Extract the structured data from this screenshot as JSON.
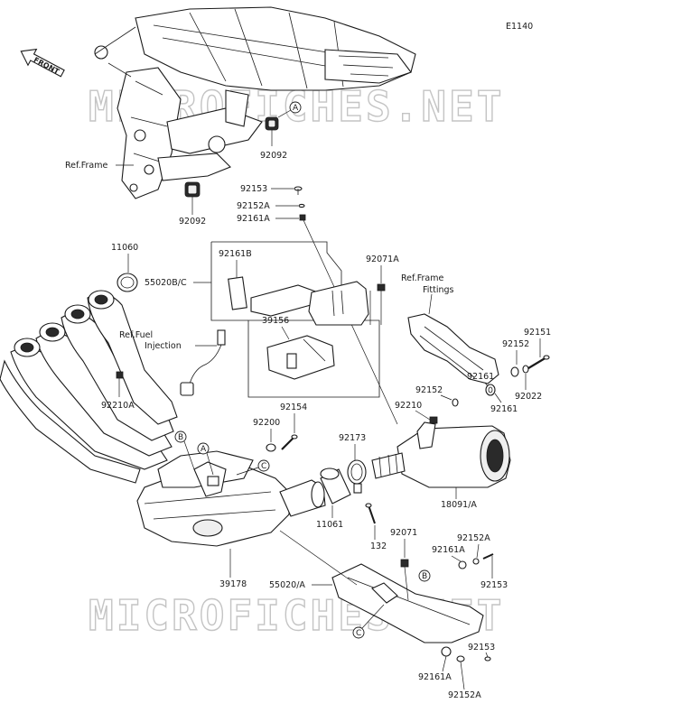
{
  "diagram_code": "E1140",
  "front_label": "FRONT",
  "watermark": "MICROFICHES.NET",
  "labels": {
    "ref_frame": "Ref.Frame",
    "ref_frame_fittings_1": "Ref.Frame",
    "ref_frame_fittings_2": "Fittings",
    "ref_fuel_injection_1": "Ref.Fuel",
    "ref_fuel_injection_2": "Injection"
  },
  "parts": {
    "p92092_a": "92092",
    "p92092_b": "92092",
    "p92153_top": "92153",
    "p92152a_top": "92152A",
    "p92161a_top": "92161A",
    "p11060": "11060",
    "p55020bc": "55020B/C",
    "p92161b": "92161B",
    "p39156": "39156",
    "p92071a": "92071A",
    "p92210a": "92210A",
    "p92151": "92151",
    "p92152_r1": "92152",
    "p92161_r1": "92161",
    "p92022": "92022",
    "p92161_r2": "92161",
    "p92152_r2": "92152",
    "p92210": "92210",
    "p92200": "92200",
    "p92154": "92154",
    "p92173": "92173",
    "p18091a": "18091/A",
    "p11061": "11061",
    "p132": "132",
    "p39178": "39178",
    "p92071": "92071",
    "p92152a_mid": "92152A",
    "p92161a_mid": "92161A",
    "p92153_mid": "92153",
    "p55020a": "55020/A",
    "p92153_bot": "92153",
    "p92161a_bot": "92161A",
    "p92152a_bot": "92152A"
  },
  "callouts": {
    "a_top": "A",
    "a_mid": "A",
    "b_mid": "B",
    "b_low": "B",
    "c_mid": "C",
    "c_low": "C"
  }
}
